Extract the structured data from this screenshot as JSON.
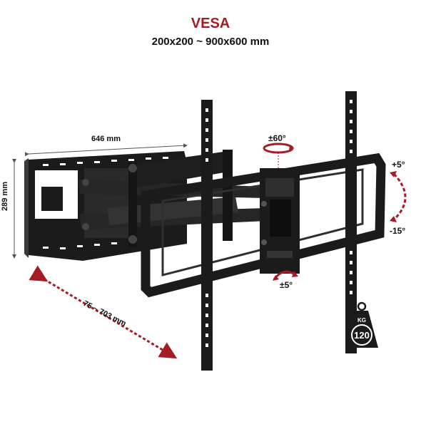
{
  "header": {
    "title": "VESA",
    "subtitle": "200x200 ~ 900x600 mm"
  },
  "dimensions": {
    "width": "646 mm",
    "height": "289 mm",
    "extension": "75 ~ 703 mm"
  },
  "adjustments": {
    "swivel": "±60°",
    "tilt_up": "+5°",
    "tilt_down": "-15°",
    "rotation": "±5°"
  },
  "load": {
    "unit": "KG",
    "value": "120"
  },
  "colors": {
    "accent": "#a61c26",
    "metal": "#1b1b1b",
    "metal_light": "#3a3a3a",
    "text": "#111111"
  }
}
